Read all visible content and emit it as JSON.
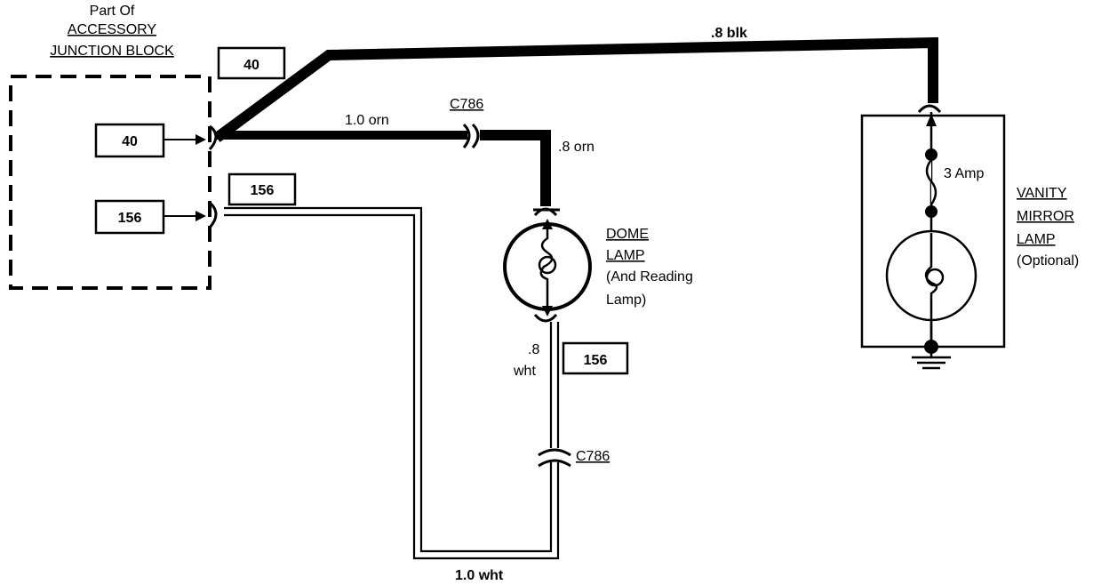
{
  "junction_block": {
    "title_line1": "Part Of",
    "title_line2": "ACCESSORY",
    "title_line3": "JUNCTION BLOCK"
  },
  "circuit_boxes": {
    "top_40": "40",
    "terminal_40": "40",
    "terminal_156": "156",
    "top_156": "156",
    "dome_156": "156"
  },
  "wires": {
    "blk": ".8 blk",
    "orn_main": "1.0 orn",
    "orn_dome": ".8 orn",
    "wht_dome_line1": ".8",
    "wht_dome_line2": "wht",
    "wht_bottom": "1.0 wht"
  },
  "connectors": {
    "c786_top": "C786",
    "c786_bottom": "C786"
  },
  "dome_lamp": {
    "line1": "DOME",
    "line2": "LAMP",
    "line3": "(And Reading",
    "line4": "Lamp)"
  },
  "vanity_mirror_lamp": {
    "line1": "VANITY",
    "line2": "MIRROR",
    "line3": "LAMP",
    "line4": "(Optional)",
    "fuse": "3 Amp"
  }
}
